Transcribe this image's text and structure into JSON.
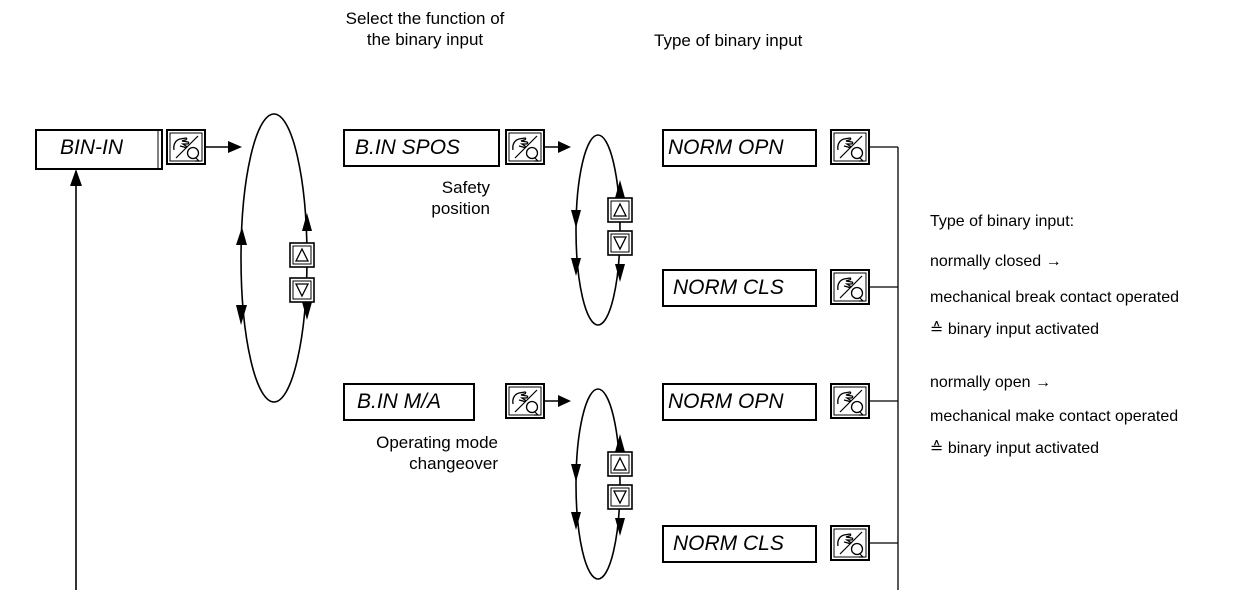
{
  "header": {
    "select_function": [
      "Select the function of",
      "the binary input"
    ],
    "type_of_input": "Type of binary input"
  },
  "menu": {
    "root": "BIN-IN",
    "functions": [
      {
        "code": "B.IN SPOS",
        "description": [
          "Safety",
          "position"
        ]
      },
      {
        "code": "B.IN M/A",
        "description": [
          "Operating mode",
          "changeover"
        ]
      }
    ],
    "types": [
      "NORM OPN",
      "NORM CLS",
      "NORM OPN",
      "NORM CLS"
    ]
  },
  "legend": {
    "title": "Type of binary input:",
    "closed_heading": "normally closed →",
    "closed_line1": "mechanical break contact operated",
    "closed_line2": "≙  binary input activated",
    "open_heading": "normally open →",
    "open_line1": "mechanical make contact operated",
    "open_line2": "≙  binary input activated"
  },
  "icons": {
    "enter_key": "hand-press-enter-icon",
    "up_key": "arrow-up-key-icon",
    "down_key": "arrow-down-key-icon"
  }
}
